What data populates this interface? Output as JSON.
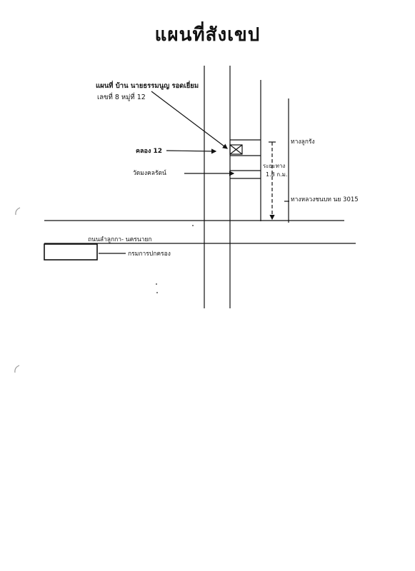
{
  "title": "แผนที่สังเขป",
  "house_map": {
    "title": "แผนที่ บ้าน นายธรรมนูญ รอดเยี่ยม",
    "address": "เลขที่  8  หมู่ที่  12"
  },
  "labels": {
    "canal": "คลอง 12",
    "temple": "วัดมงคลรัตน์",
    "distance_line1": "ระยะทาง",
    "distance_line2": "1.8 ก.ม.",
    "road_loukring": "ทางลูกรัง",
    "highway": "ทางหลวงชนบท นย 3015",
    "main_road": "ถนนลำลูกกา- นครนายก",
    "department": "กรมการปกครอง"
  }
}
